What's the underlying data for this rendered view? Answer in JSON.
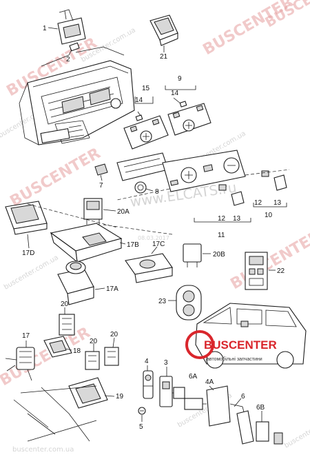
{
  "watermarks": {
    "brand": "BUSCENTER",
    "site": "www.ELCATS.ru",
    "url": "buscenter.com.ua",
    "date": "08.03.2017"
  },
  "logo": {
    "name": "BUSCENTER",
    "tagline": "автомобільні запчастини",
    "accent_color": "#d9262c"
  },
  "callouts": {
    "c1": "1",
    "c2": "2",
    "c3": "3",
    "c4": "4",
    "c4a": "4A",
    "c5": "5",
    "c6": "6",
    "c6a": "6A",
    "c6b": "6B",
    "c7": "7",
    "c8": "8",
    "c9": "9",
    "c10": "10",
    "c11": "11",
    "c12a": "12",
    "c12b": "12",
    "c13a": "13",
    "c13b": "13",
    "c14a": "14",
    "c14b": "14",
    "c15": "15",
    "c17": "17",
    "c17a": "17A",
    "c17b": "17B",
    "c17c": "17C",
    "c17d": "17D",
    "c18": "18",
    "c19": "19",
    "c20a": "20",
    "c20b": "20",
    "c20c": "20",
    "c20A": "20A",
    "c20B": "20B",
    "c21": "21",
    "c22": "22",
    "c23": "23"
  }
}
